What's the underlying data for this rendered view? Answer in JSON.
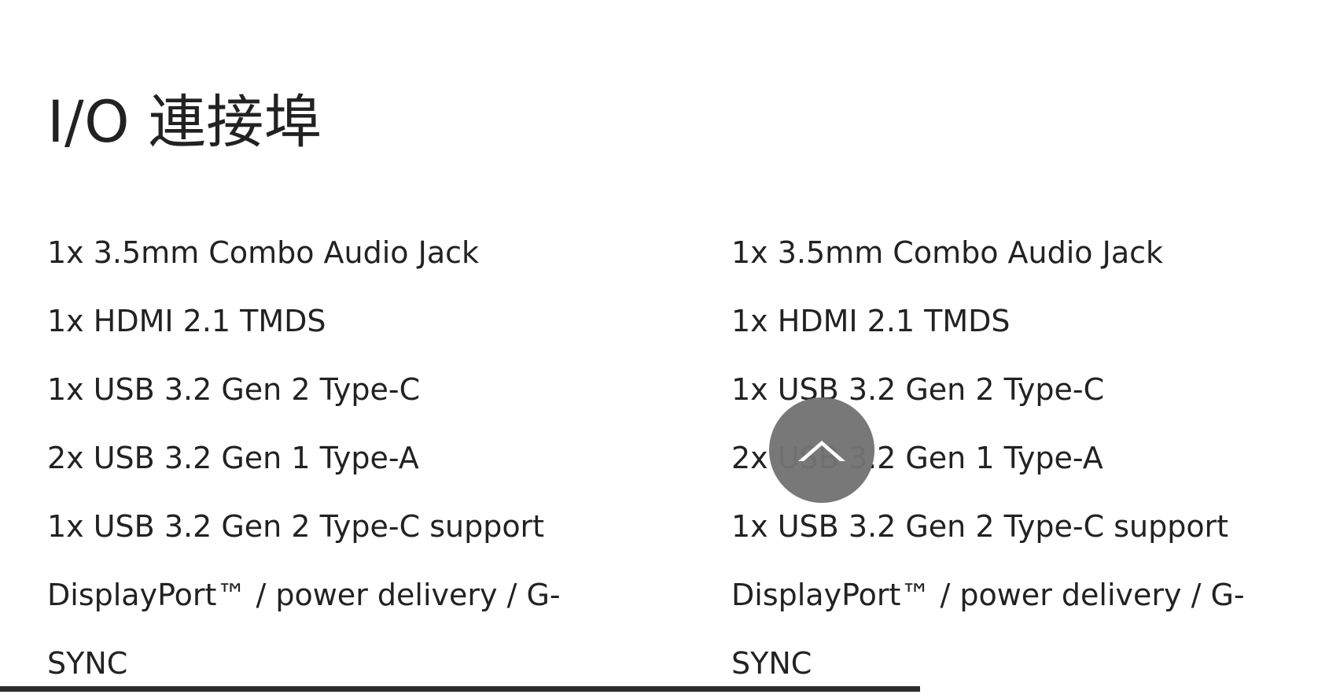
{
  "section": {
    "title": "I/O 連接埠"
  },
  "columns": {
    "left": {
      "items": [
        "1x 3.5mm Combo Audio Jack",
        "1x HDMI 2.1 TMDS",
        "1x USB 3.2 Gen 2 Type-C",
        "2x USB 3.2 Gen 1 Type-A",
        "1x USB 3.2 Gen 2 Type-C support",
        "DisplayPort™ / power delivery / G-",
        "SYNC"
      ]
    },
    "right": {
      "items": [
        "1x 3.5mm Combo Audio Jack",
        "1x HDMI 2.1 TMDS",
        "1x USB 3.2 Gen 2 Type-C",
        "2x USB 3.2 Gen 1 Type-A",
        "1x USB 3.2 Gen 2 Type-C support",
        "DisplayPort™ / power delivery / G-",
        "SYNC"
      ]
    }
  },
  "controls": {
    "scroll_top_icon": "chevron-up-icon"
  },
  "colors": {
    "text": "#222222",
    "button": "#737373",
    "divider": "#2d2d2d",
    "background": "#ffffff"
  }
}
